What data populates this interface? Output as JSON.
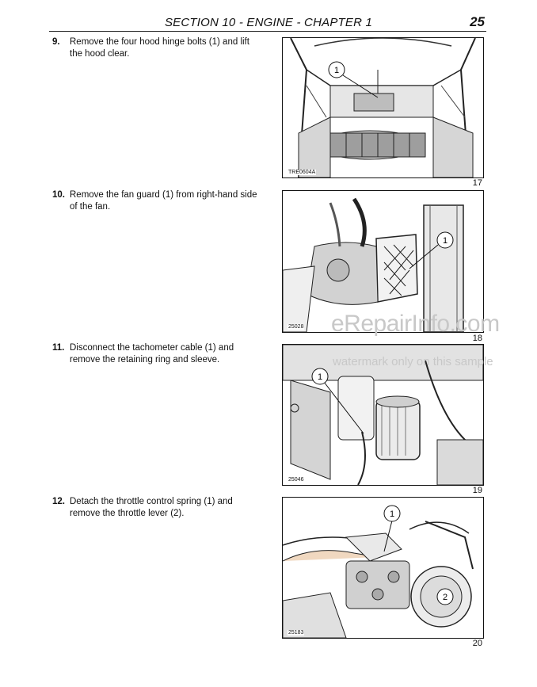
{
  "header": {
    "title": "SECTION 10 - ENGINE - CHAPTER 1",
    "page_number": "25"
  },
  "steps": [
    {
      "number": "9.",
      "text": "Remove the four hood hinge bolts (1) and lift the hood clear.",
      "figure": {
        "code": "TRE0604A",
        "number": "17",
        "callouts": [
          "1"
        ]
      }
    },
    {
      "number": "10.",
      "text": "Remove the fan guard (1) from right-hand side of the fan.",
      "figure": {
        "code": "25028",
        "number": "18",
        "callouts": [
          "1"
        ]
      }
    },
    {
      "number": "11.",
      "text": "Disconnect the tachometer cable (1) and remove the retaining ring and sleeve.",
      "figure": {
        "code": "25046",
        "number": "19",
        "callouts": [
          "1"
        ]
      }
    },
    {
      "number": "12.",
      "text": "Detach the throttle control spring (1) and remove the throttle lever (2).",
      "figure": {
        "code": "25183",
        "number": "20",
        "callouts": [
          "1",
          "2"
        ]
      }
    }
  ],
  "watermark": {
    "line1": "eRepairInfo.com",
    "line2": "watermark only on this sample"
  }
}
